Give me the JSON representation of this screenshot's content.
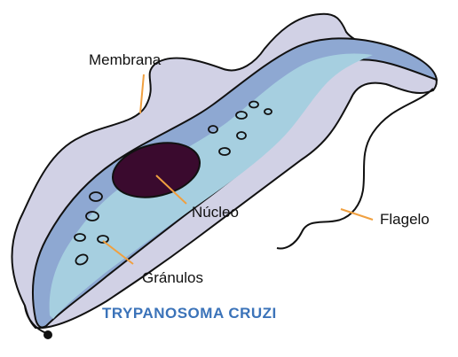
{
  "labels": {
    "membrana": "Membrana",
    "nucleo": "Núcleo",
    "flagelo": "Flagelo",
    "granulos": "Gránulos"
  },
  "title": "TRYPANOSOMA CRUZI",
  "colors": {
    "membrane_fill": "#d1d1e5",
    "body_fill": "#8ea8d2",
    "inner_fill": "#a6cfe0",
    "nucleus_fill": "#3a0a2e",
    "leader_line": "#f0a040",
    "outline": "#111111",
    "title": "#3b73b9"
  }
}
